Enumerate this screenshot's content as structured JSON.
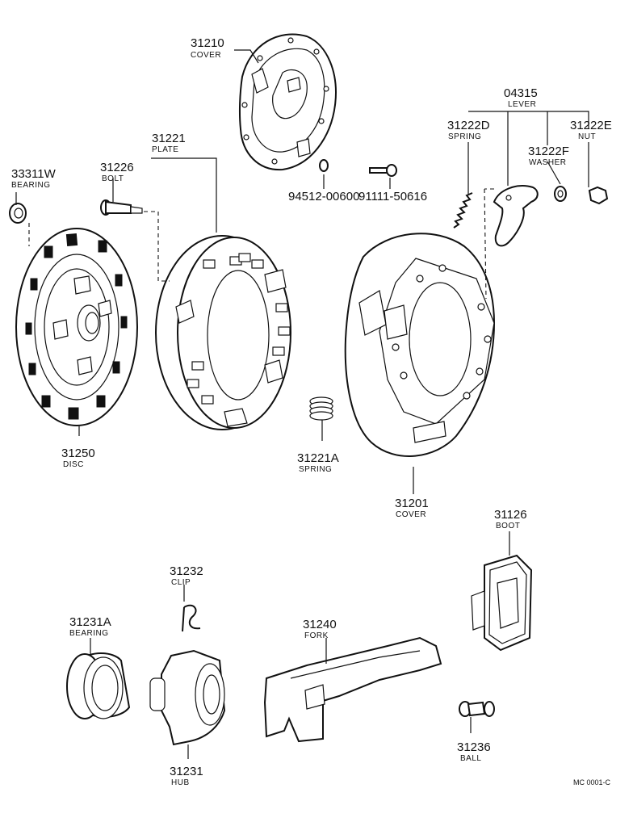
{
  "parts": [
    {
      "id": "cover-31210",
      "number": "31210",
      "name": "COVER"
    },
    {
      "id": "plate-31221",
      "number": "31221",
      "name": "PLATE"
    },
    {
      "id": "bolt-31226",
      "number": "31226",
      "name": "BOLT"
    },
    {
      "id": "bearing-33311w",
      "number": "33311W",
      "name": "BEARING"
    },
    {
      "id": "disc-31250",
      "number": "31250",
      "name": "DISC"
    },
    {
      "id": "washer-94512",
      "number": "94512-00600",
      "name": ""
    },
    {
      "id": "bolt-91111",
      "number": "91111-50616",
      "name": ""
    },
    {
      "id": "lever-04315",
      "number": "04315",
      "name": "LEVER"
    },
    {
      "id": "spring-31222d",
      "number": "31222D",
      "name": "SPRING"
    },
    {
      "id": "nut-31222e",
      "number": "31222E",
      "name": "NUT"
    },
    {
      "id": "washer-31222f",
      "number": "31222F",
      "name": "WASHER"
    },
    {
      "id": "spring-31221a",
      "number": "31221A",
      "name": "SPRING"
    },
    {
      "id": "cover-31201",
      "number": "31201",
      "name": "COVER"
    },
    {
      "id": "boot-31126",
      "number": "31126",
      "name": "BOOT"
    },
    {
      "id": "clip-31232",
      "number": "31232",
      "name": "CLIP"
    },
    {
      "id": "bearing-31231a",
      "number": "31231A",
      "name": "BEARING"
    },
    {
      "id": "fork-31240",
      "number": "31240",
      "name": "FORK"
    },
    {
      "id": "hub-31231",
      "number": "31231",
      "name": "HUB"
    },
    {
      "id": "ball-31236",
      "number": "31236",
      "name": "BALL"
    }
  ],
  "diagram_code": "MC 0001-C"
}
